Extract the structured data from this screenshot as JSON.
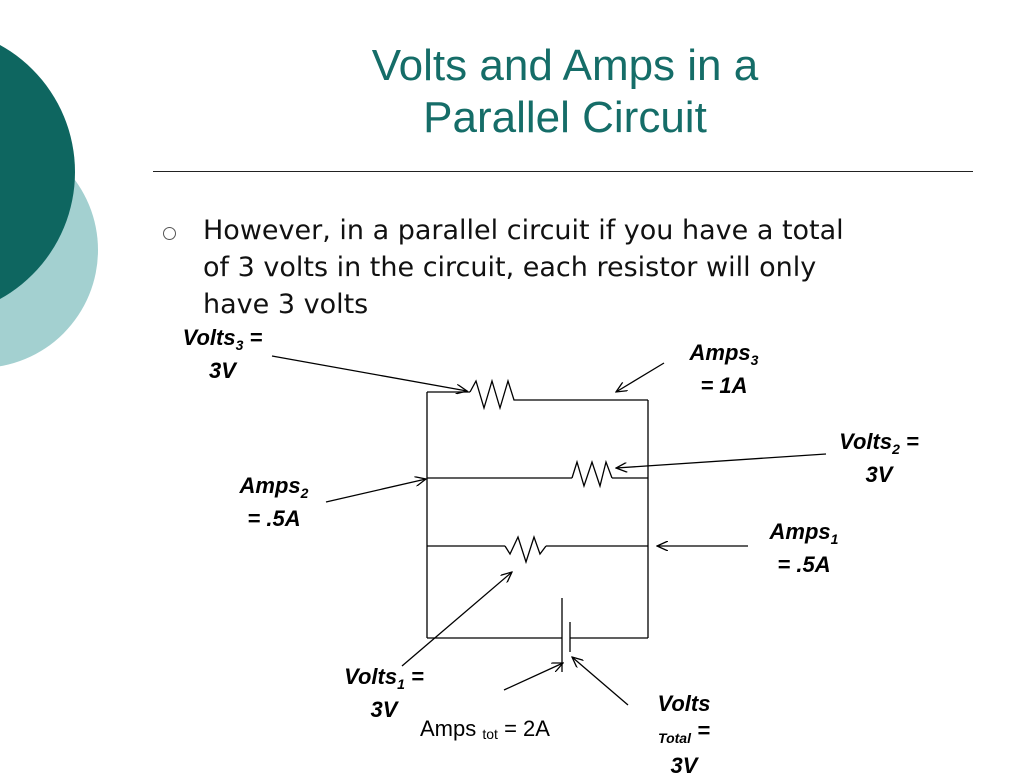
{
  "title": {
    "line1": "Volts and Amps in a",
    "line2": "Parallel Circuit"
  },
  "bullet": {
    "line1": "However, in a parallel circuit if you have a total",
    "line2": "of 3 volts in the circuit, each resistor will only",
    "line3": "have 3 volts"
  },
  "labels": {
    "volts3": {
      "name": "Volts",
      "sub": "3",
      "suffix": " =",
      "value": "3V"
    },
    "amps3": {
      "name": "Amps",
      "sub": "3",
      "value": "= 1A"
    },
    "volts2": {
      "name": "Volts",
      "sub": "2",
      "suffix": " =",
      "value": "3V"
    },
    "amps2": {
      "name": "Amps",
      "sub": "2",
      "value": "= .5A"
    },
    "amps1": {
      "name": "Amps",
      "sub": "1",
      "value": "= .5A"
    },
    "volts1": {
      "name": "Volts",
      "sub": "1",
      "suffix": " =",
      "value": "3V"
    },
    "volts_total": {
      "name": "Volts",
      "sub": "Total",
      "suffix": " =",
      "value": "3V"
    },
    "amps_total": {
      "name": "Amps",
      "sub": "tot",
      "value": " = 2A"
    }
  },
  "colors": {
    "title": "#156d68",
    "dark_teal": "#0e6660",
    "light_teal": "#a3d0d0"
  }
}
